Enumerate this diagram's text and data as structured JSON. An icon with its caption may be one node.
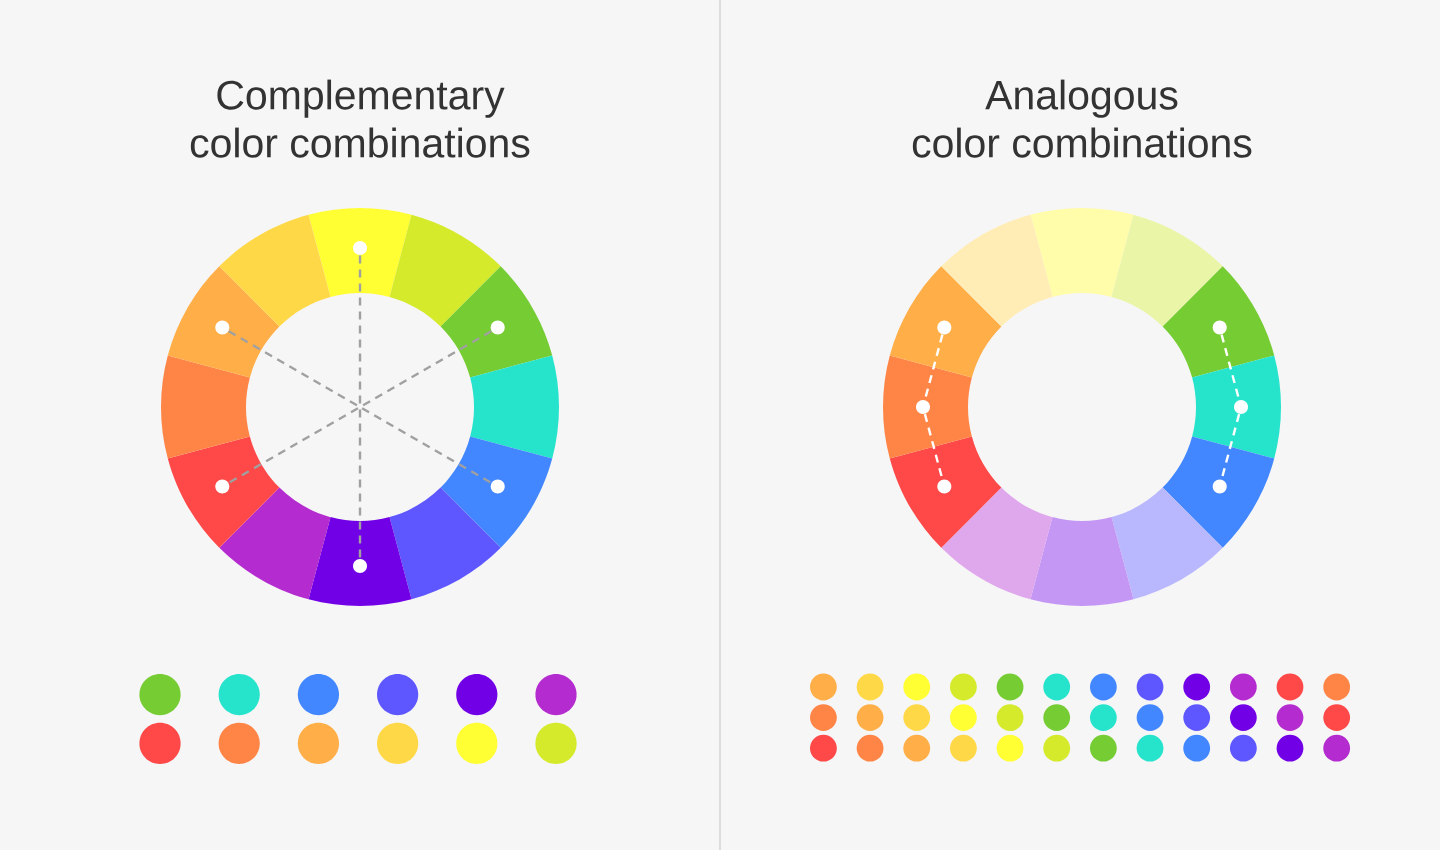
{
  "diagram": {
    "nodes": [
      {
        "text": [],
        "shape": "circle"
      },
      {
        "text": [],
        "shape": "circle"
      },
      {
        "text": [],
        "shape": "circle"
      },
      {
        "text": [],
        "shape": "circle"
      },
      {
        "text": [],
        "shape": "circle"
      },
      {
        "text": [],
        "shape": "circle"
      },
      {
        "text": [],
        "shape": "circle"
      },
      {
        "text": [],
        "shape": "circle"
      },
      {
        "text": [],
        "shape": "circle"
      },
      {
        "text": [],
        "shape": "circle"
      },
      {
        "text": [],
        "shape": "circle"
      },
      {
        "text": [],
        "shape": "circle"
      }
    ],
    "edges": [
      {
        "from": 0,
        "to": 5,
        "arrow": "none",
        "style": "dashed",
        "color": "#a0a0a0"
      },
      {
        "from": 1,
        "to": 4,
        "arrow": "none",
        "style": "dashed",
        "color": "#a0a0a0"
      },
      {
        "from": 2,
        "to": 3,
        "arrow": "none",
        "style": "dashed",
        "color": "#a0a0a0"
      },
      {
        "from": 6,
        "to": 8,
        "arrow": "none",
        "style": "dashed"
      },
      {
        "from": 8,
        "to": 10,
        "arrow": "none",
        "style": "dashed"
      },
      {
        "from": 7,
        "to": 9,
        "arrow": "none",
        "style": "dashed"
      },
      {
        "from": 9,
        "to": 11,
        "arrow": "none",
        "style": "dashed"
      }
    ],
    "labels": [
      "Complementary color combinations",
      "Analogous color combinations"
    ]
  }
}
